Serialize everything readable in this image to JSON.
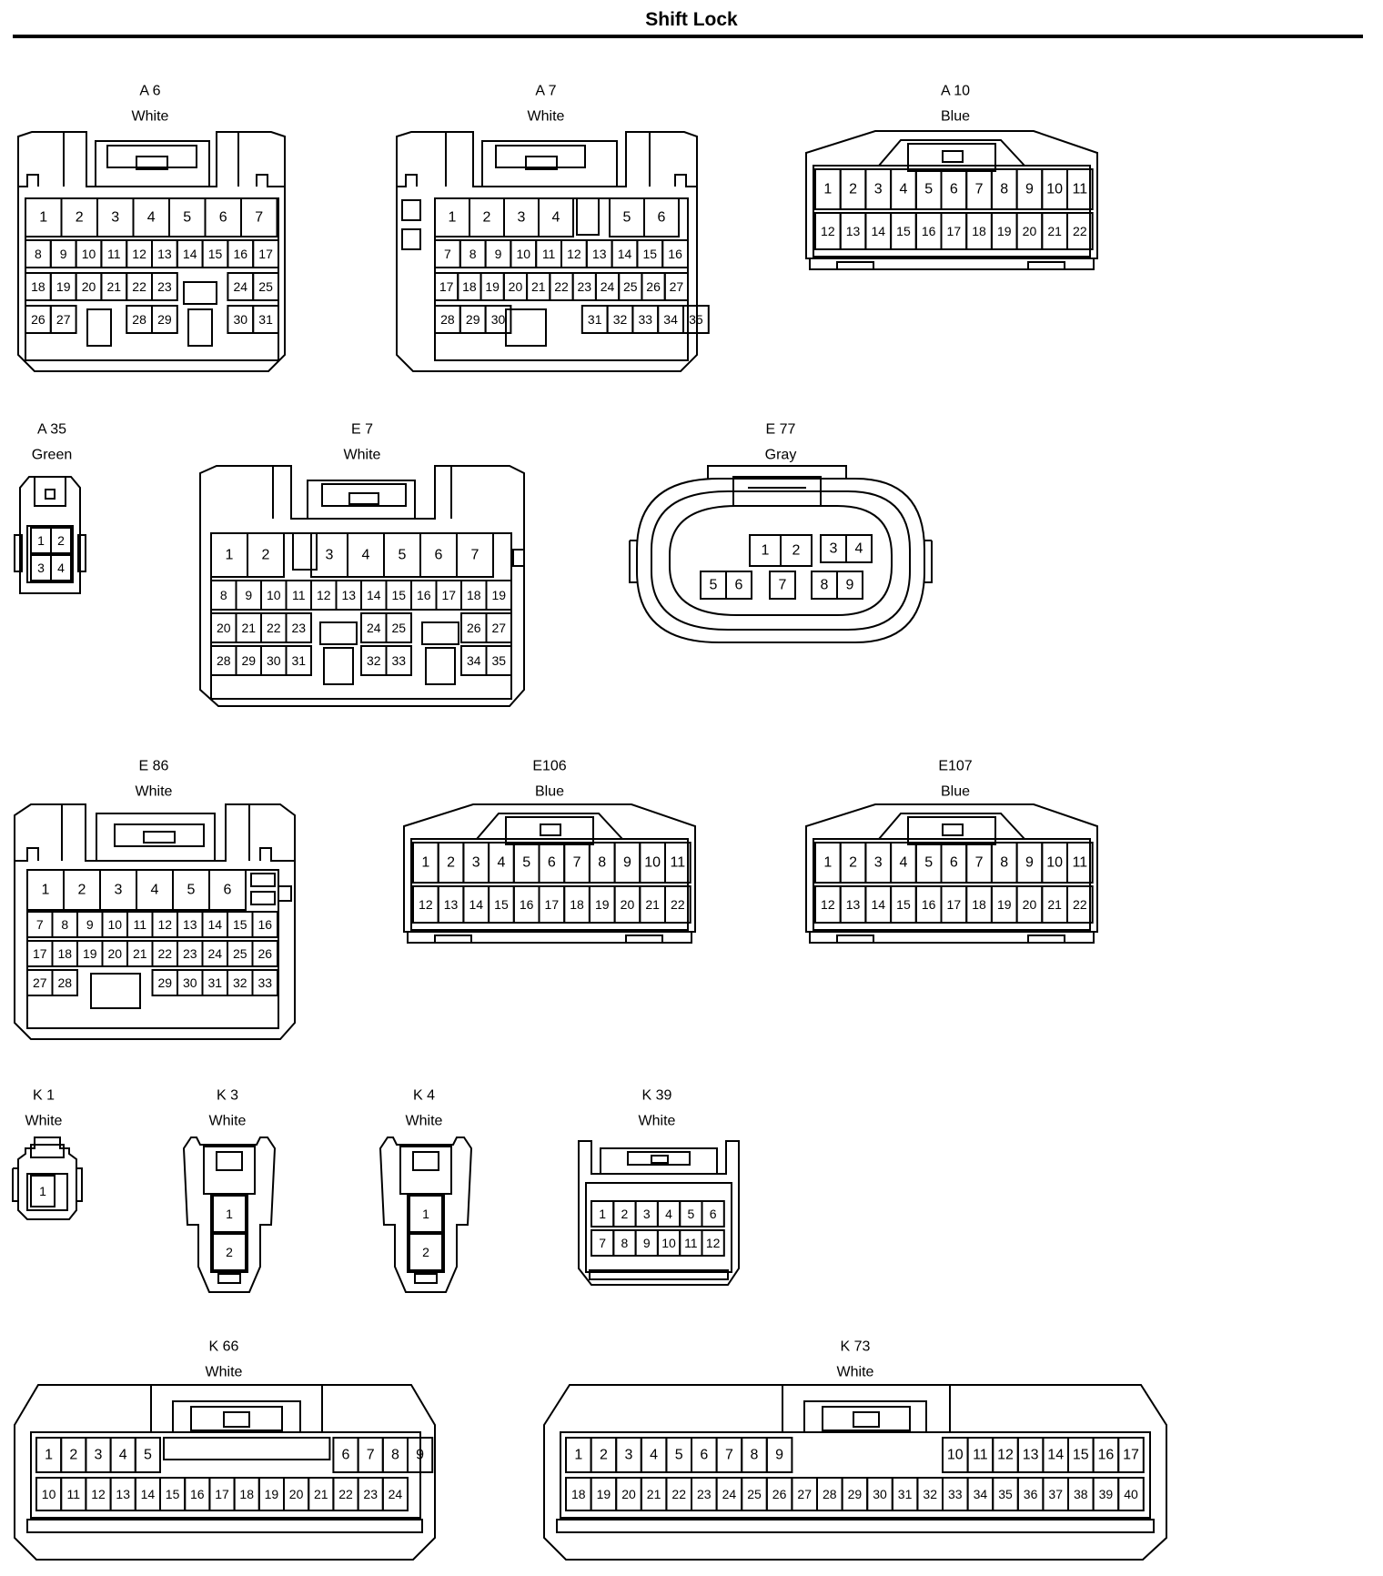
{
  "title": "Shift Lock",
  "connectors": [
    {
      "id": "A 6",
      "color": "White"
    },
    {
      "id": "A 7",
      "color": "White"
    },
    {
      "id": "A 10",
      "color": "Blue"
    },
    {
      "id": "A 35",
      "color": "Green"
    },
    {
      "id": "E 7",
      "color": "White"
    },
    {
      "id": "E 77",
      "color": "Gray"
    },
    {
      "id": "E 86",
      "color": "White"
    },
    {
      "id": "E106",
      "color": "Blue"
    },
    {
      "id": "E107",
      "color": "Blue"
    },
    {
      "id": "K 1",
      "color": "White"
    },
    {
      "id": "K 3",
      "color": "White"
    },
    {
      "id": "K 4",
      "color": "White"
    },
    {
      "id": "K 39",
      "color": "White"
    },
    {
      "id": "K 66",
      "color": "White"
    },
    {
      "id": "K 73",
      "color": "White"
    }
  ]
}
